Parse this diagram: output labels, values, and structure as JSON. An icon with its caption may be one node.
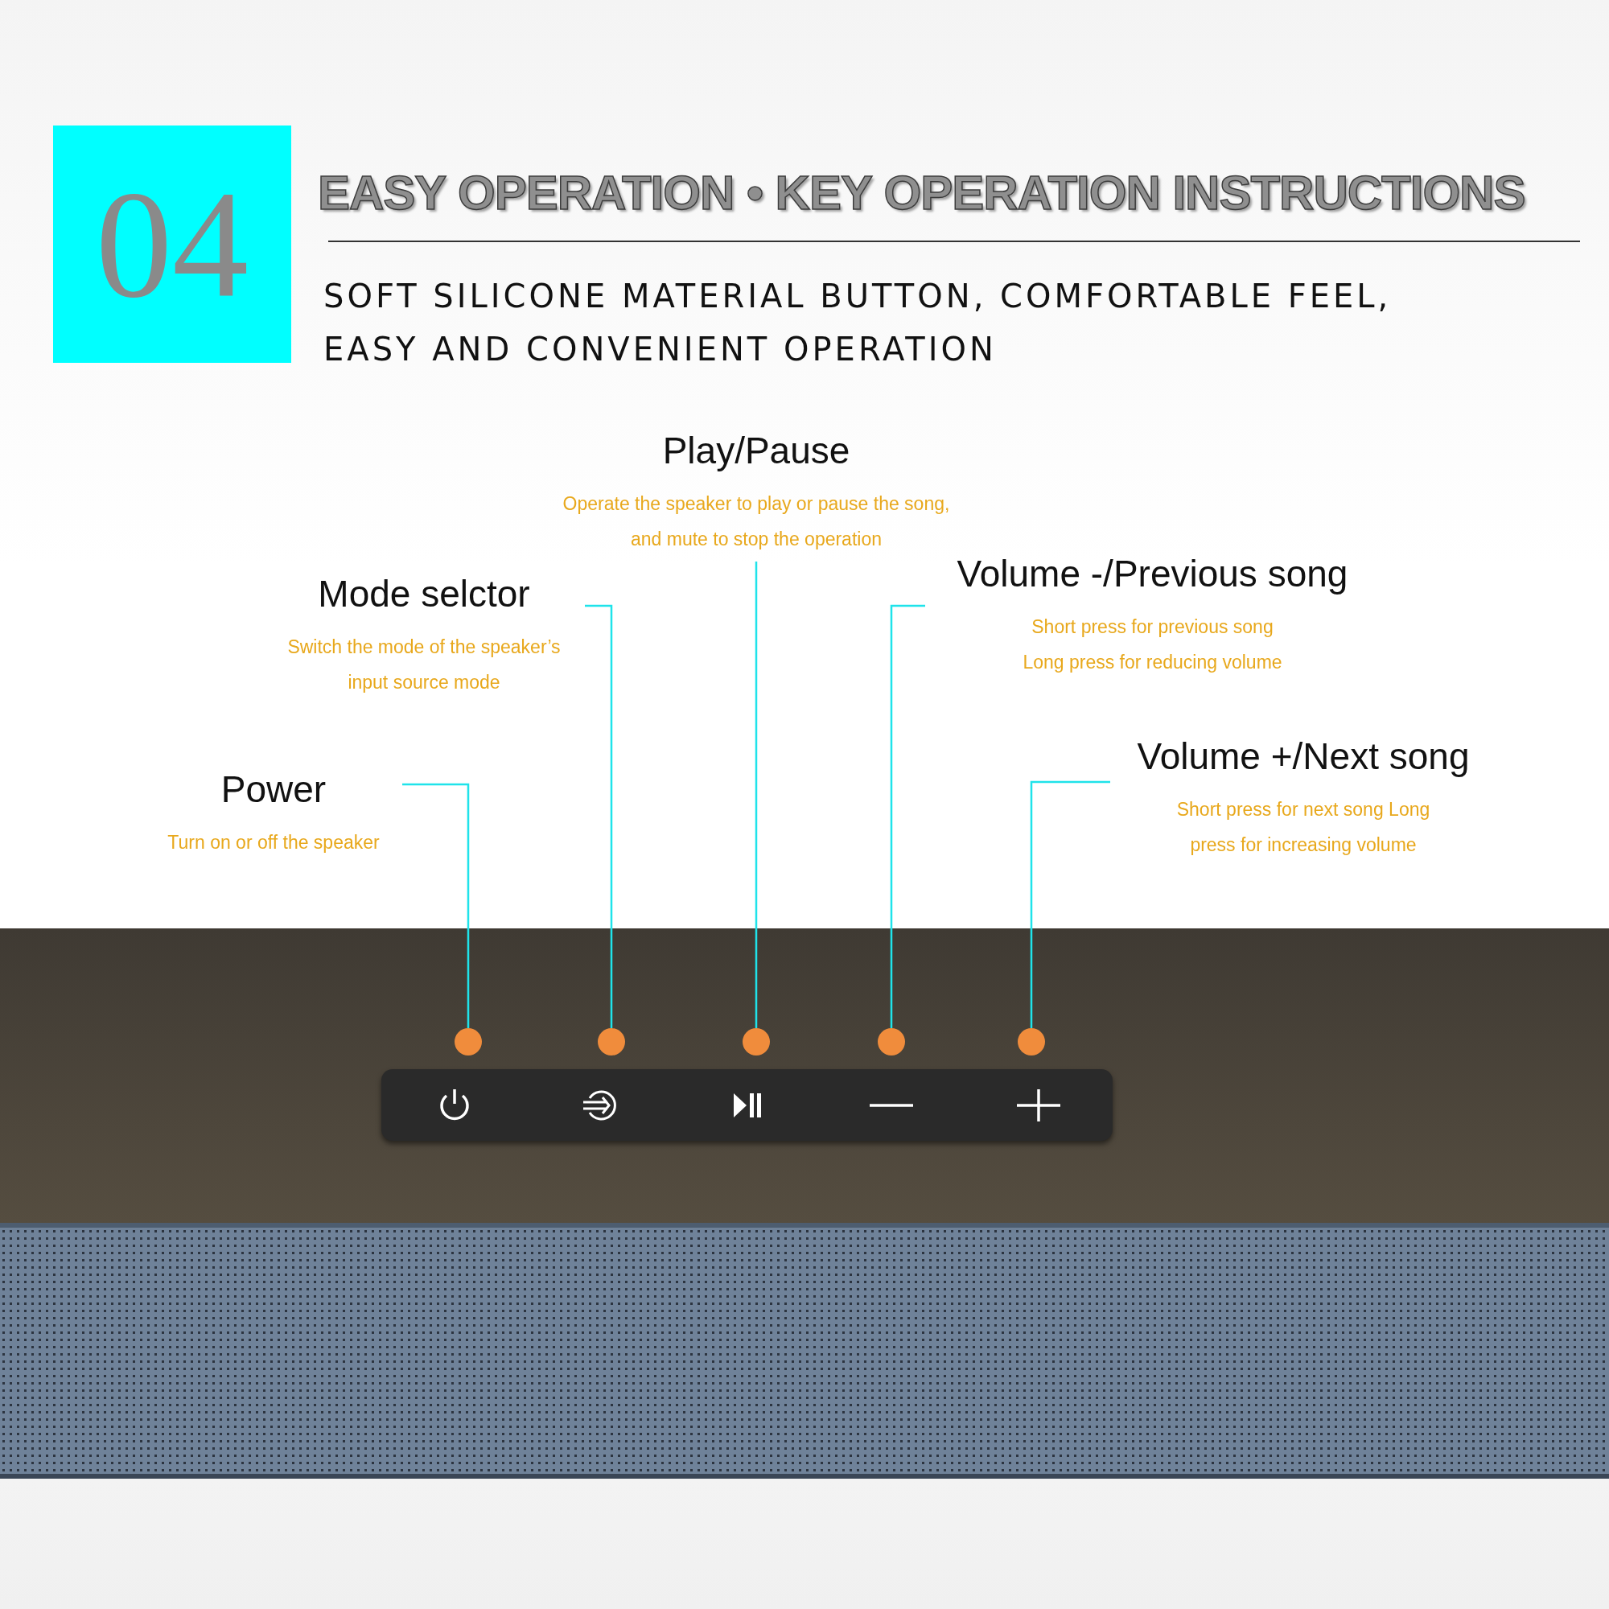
{
  "diagram": {
    "title": "EASY OPERATION • KEY OPERATION INSTRUCTIONS",
    "nodes": [
      {
        "text": [
          "04"
        ]
      },
      {
        "text": [
          "Play/Pause",
          "Operate the speaker to play or pause the song, and mute to stop the operation"
        ]
      },
      {
        "text": [
          "Mode selctor",
          "Switch the mode of the speaker’s input source mode"
        ]
      },
      {
        "text": [
          "Volume -/Previous song",
          "Short press for previous song Long press for reducing volume"
        ]
      },
      {
        "text": [
          "Power",
          "Turn on or off the speaker"
        ]
      },
      {
        "text": [
          "Volume +/Next song",
          "Short press for next song Long press for increasing volume"
        ]
      },
      {
        "text": [],
        "shape": "circle"
      },
      {
        "text": [],
        "shape": "circle"
      },
      {
        "text": [],
        "shape": "circle"
      },
      {
        "text": [],
        "shape": "circle"
      },
      {
        "text": [],
        "shape": "circle"
      }
    ],
    "edges": [
      {
        "from": 4,
        "to": 6,
        "arrow": "none"
      },
      {
        "from": 2,
        "to": 7,
        "arrow": "none"
      },
      {
        "from": 1,
        "to": 8,
        "arrow": "none"
      },
      {
        "from": 3,
        "to": 9,
        "arrow": "none"
      },
      {
        "from": 5,
        "to": 10,
        "arrow": "none"
      }
    ],
    "labels": [
      "SOFT SILICONE MATERIAL BUTTON, COMFORTABLE FEEL, EASY AND CONVENIENT OPERATION"
    ]
  }
}
